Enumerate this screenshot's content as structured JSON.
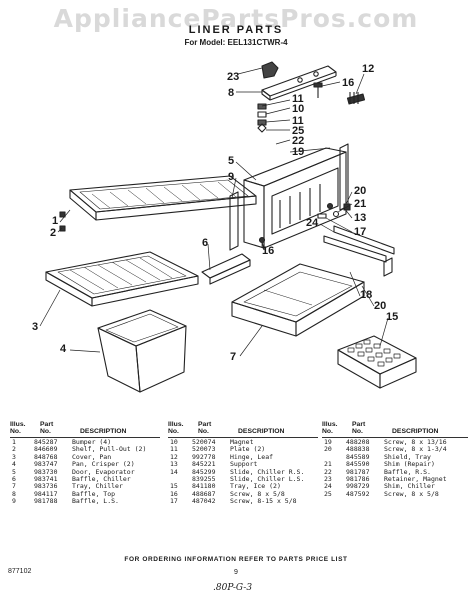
{
  "watermark": "AppliancePartsPros.com",
  "title": "LINER PARTS",
  "subtitle": "For Model: EEL131CTWR-4",
  "callouts": [
    {
      "id": "23",
      "label": "23"
    },
    {
      "id": "8",
      "label": "8"
    },
    {
      "id": "11a",
      "label": "11"
    },
    {
      "id": "10",
      "label": "10"
    },
    {
      "id": "16a",
      "label": "16"
    },
    {
      "id": "12",
      "label": "12"
    },
    {
      "id": "11b",
      "label": "11"
    },
    {
      "id": "25",
      "label": "25"
    },
    {
      "id": "22",
      "label": "22"
    },
    {
      "id": "19",
      "label": "19"
    },
    {
      "id": "5",
      "label": "5"
    },
    {
      "id": "9",
      "label": "9"
    },
    {
      "id": "20a",
      "label": "20"
    },
    {
      "id": "21",
      "label": "21"
    },
    {
      "id": "13",
      "label": "13"
    },
    {
      "id": "17",
      "label": "17"
    },
    {
      "id": "24",
      "label": "24"
    },
    {
      "id": "1",
      "label": "1"
    },
    {
      "id": "2",
      "label": "2"
    },
    {
      "id": "6",
      "label": "6"
    },
    {
      "id": "16b",
      "label": "16"
    },
    {
      "id": "3",
      "label": "3"
    },
    {
      "id": "18",
      "label": "18"
    },
    {
      "id": "20b",
      "label": "20"
    },
    {
      "id": "15",
      "label": "15"
    },
    {
      "id": "4",
      "label": "4"
    },
    {
      "id": "7",
      "label": "7"
    }
  ],
  "table": {
    "headers": {
      "illus_top": "Illus.",
      "illus_bottom": "No.",
      "part_top": "Part",
      "part_bottom": "No.",
      "description": "DESCRIPTION"
    },
    "columns": [
      [
        {
          "illus": "1",
          "part": "845287",
          "desc": "Bumper (4)"
        },
        {
          "illus": "2",
          "part": "846609",
          "desc": "Shelf, Pull-Out (2)"
        },
        {
          "illus": "3",
          "part": "848768",
          "desc": "Cover, Pan"
        },
        {
          "illus": "4",
          "part": "983747",
          "desc": "Pan, Crisper (2)"
        },
        {
          "illus": "5",
          "part": "983730",
          "desc": "Door, Evaporator"
        },
        {
          "illus": "6",
          "part": "983741",
          "desc": "Baffle, Chiller"
        },
        {
          "illus": "7",
          "part": "983736",
          "desc": "Tray, Chiller"
        },
        {
          "illus": "8",
          "part": "984117",
          "desc": "Baffle, Top"
        },
        {
          "illus": "9",
          "part": "981788",
          "desc": "Baffle, L.S."
        }
      ],
      [
        {
          "illus": "10",
          "part": "520074",
          "desc": "Magnet"
        },
        {
          "illus": "11",
          "part": "520073",
          "desc": "Plate (2)"
        },
        {
          "illus": "12",
          "part": "992778",
          "desc": "Hinge, Leaf"
        },
        {
          "illus": "13",
          "part": "845221",
          "desc": "Support"
        },
        {
          "illus": "14",
          "part": "845299",
          "desc": "Slide, Chiller R.S."
        },
        {
          "illus": "",
          "part": "839255",
          "desc": "Slide, Chiller L.S."
        },
        {
          "illus": "15",
          "part": "841180",
          "desc": "Tray, Ice (2)"
        },
        {
          "illus": "16",
          "part": "488687",
          "desc": "Screw, 8 x 5/8"
        },
        {
          "illus": "17",
          "part": "487042",
          "desc": "Screw, 8-15 x 5/8"
        }
      ],
      [
        {
          "illus": "19",
          "part": "488208",
          "desc": "Screw, 8 x 13/16"
        },
        {
          "illus": "20",
          "part": "488838",
          "desc": "Screw, 8 x 1-3/4"
        },
        {
          "illus": "",
          "part": "845589",
          "desc": "Shield, Tray"
        },
        {
          "illus": "21",
          "part": "845590",
          "desc": "Shim (Repair)"
        },
        {
          "illus": "22",
          "part": "981787",
          "desc": "Baffle, R.S."
        },
        {
          "illus": "23",
          "part": "981786",
          "desc": "Retainer, Magnet"
        },
        {
          "illus": "24",
          "part": "998729",
          "desc": "Shim, Chiller"
        },
        {
          "illus": "25",
          "part": "487592",
          "desc": "Screw, 8 x 5/8"
        }
      ]
    ]
  },
  "footer_note": "FOR ORDERING INFORMATION REFER TO PARTS PRICE LIST",
  "doc_number": "877102",
  "page_number": "9",
  "handwritten": ".80P-G-3"
}
